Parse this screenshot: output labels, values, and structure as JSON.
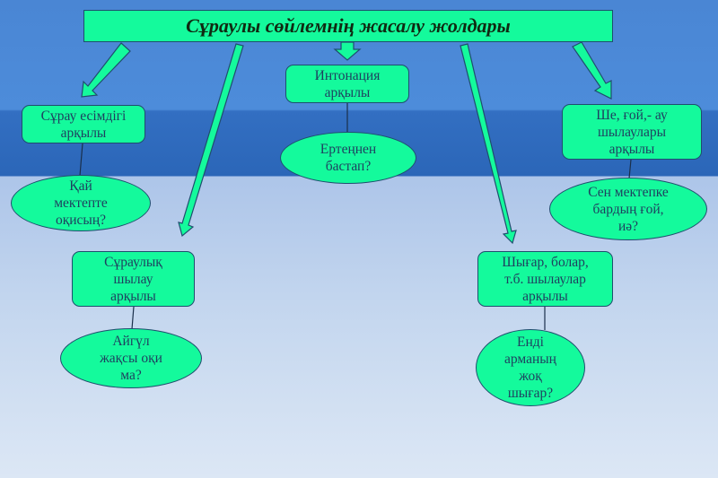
{
  "title": "Сұраулы сөйлемнің жасалу жолдары",
  "colors": {
    "node_fill": "#14fa9c",
    "node_border": "#1f4e6e",
    "text": "#1f3f5f"
  },
  "branches": [
    {
      "id": "question-pronoun",
      "method": "Сұрау есімдігі\nарқылы",
      "example": "Қай\nмектепте\nоқисың?"
    },
    {
      "id": "intonation",
      "method": "Интонация\nарқылы",
      "example": "Ертеңнен\nбастап?"
    },
    {
      "id": "she-goi-au-particles",
      "method": "Ше, ғой,- ау\nшылаулары\nарқылы",
      "example": "Сен мектепке\nбардың ғой,\nиә?"
    },
    {
      "id": "question-particle",
      "method": "Сұраулық\nшылау\nарқылы",
      "example": "Айгүл\nжақсы оқи\nма?"
    },
    {
      "id": "shygar-bolar-particles",
      "method": "Шығар, болар,\nт.б. шылаулар\nарқылы",
      "example": "Енді\nарманың\nжоқ\nшығар?"
    }
  ]
}
